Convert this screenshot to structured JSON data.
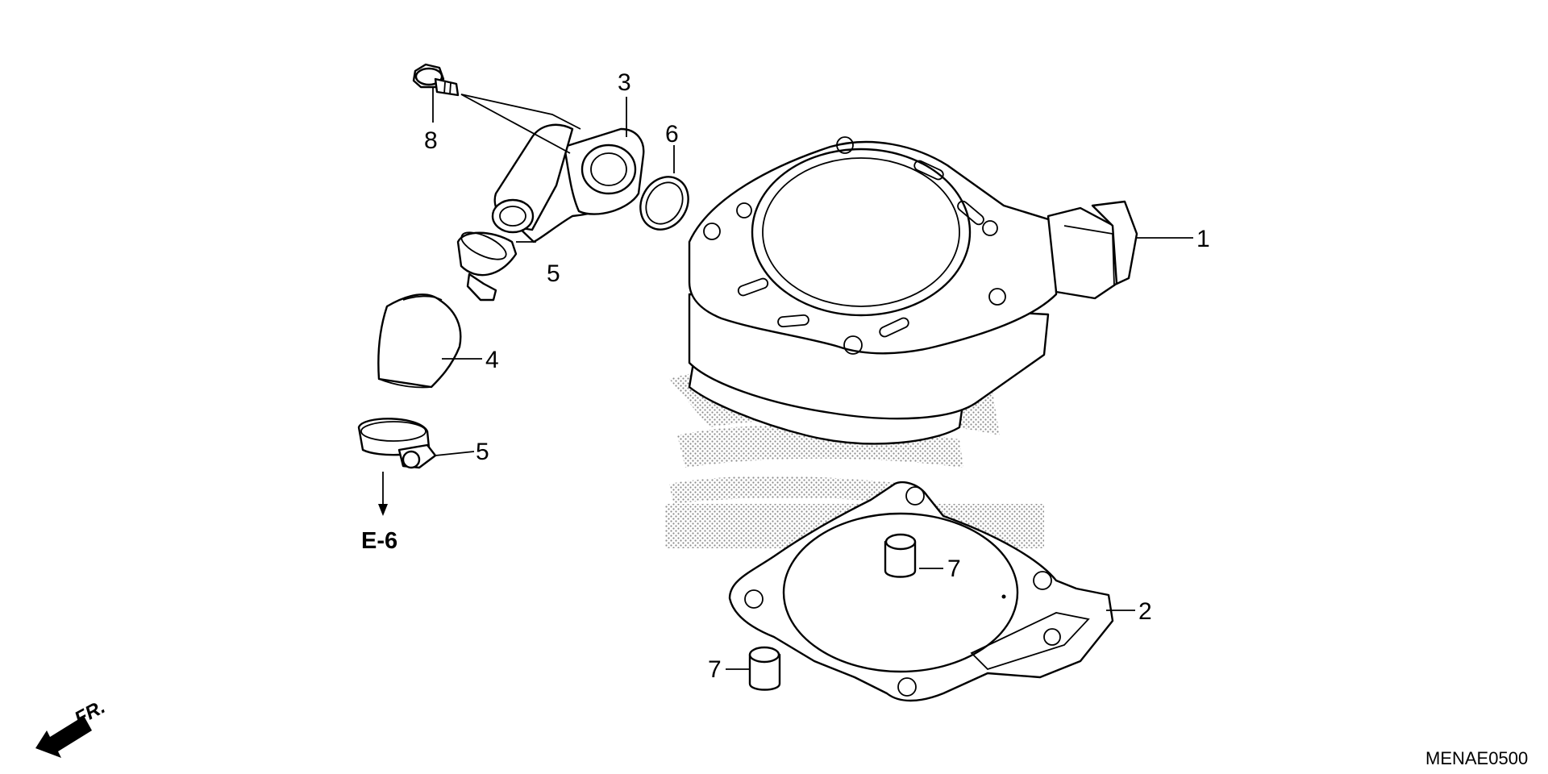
{
  "callouts": {
    "c1": "1",
    "c2": "2",
    "c3": "3",
    "c4": "4",
    "c5a": "5",
    "c5b": "5",
    "c6": "6",
    "c7a": "7",
    "c7b": "7",
    "c8": "8"
  },
  "reference": "E-6",
  "direction": "FR.",
  "diagram_code": "MENAE0500",
  "watermark_icon": "honda-wing-watermark-icon",
  "colors": {
    "line": "#000000",
    "background": "#ffffff",
    "watermark": "#9a9a9a"
  }
}
